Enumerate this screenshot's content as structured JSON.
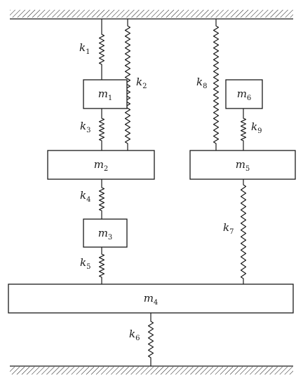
{
  "masses": [
    {
      "id": "m1",
      "base": "m",
      "sub": "1"
    },
    {
      "id": "m2",
      "base": "m",
      "sub": "2"
    },
    {
      "id": "m3",
      "base": "m",
      "sub": "3"
    },
    {
      "id": "m4",
      "base": "m",
      "sub": "4"
    },
    {
      "id": "m5",
      "base": "m",
      "sub": "5"
    },
    {
      "id": "m6",
      "base": "m",
      "sub": "6"
    }
  ],
  "springs": [
    {
      "id": "k1",
      "base": "k",
      "sub": "1"
    },
    {
      "id": "k2",
      "base": "k",
      "sub": "2"
    },
    {
      "id": "k3",
      "base": "k",
      "sub": "3"
    },
    {
      "id": "k4",
      "base": "k",
      "sub": "4"
    },
    {
      "id": "k5",
      "base": "k",
      "sub": "5"
    },
    {
      "id": "k6",
      "base": "k",
      "sub": "6"
    },
    {
      "id": "k7",
      "base": "k",
      "sub": "7"
    },
    {
      "id": "k8",
      "base": "k",
      "sub": "8"
    },
    {
      "id": "k9",
      "base": "k",
      "sub": "9"
    }
  ],
  "colors": {
    "ink": "#1a1a1a",
    "background": "#ffffff"
  }
}
